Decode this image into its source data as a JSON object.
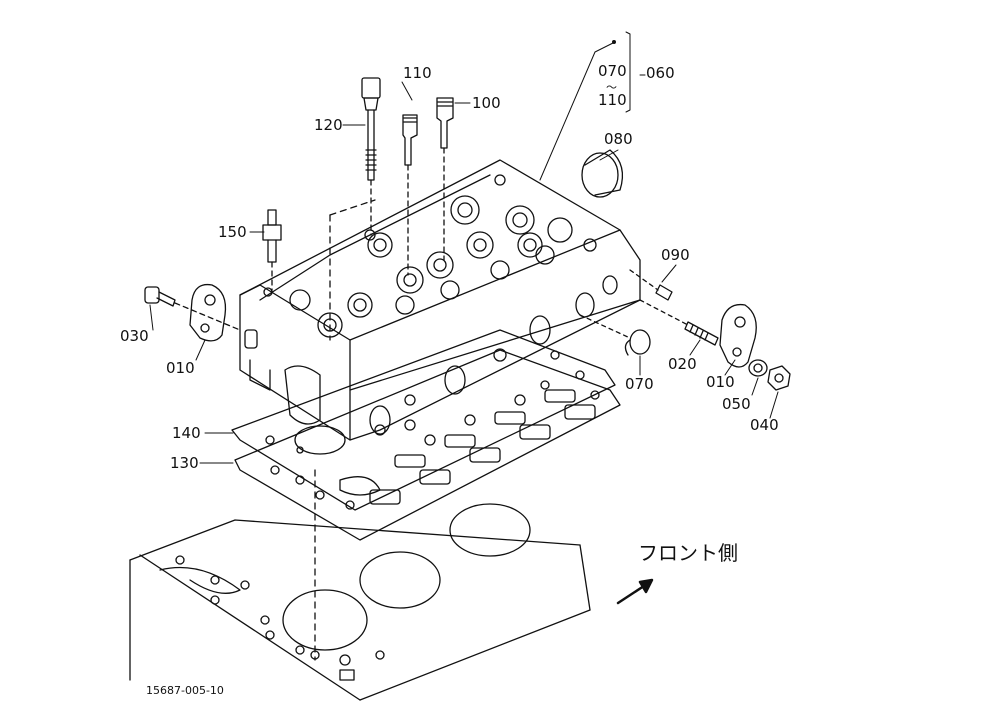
{
  "labels": {
    "p070_top": "070",
    "p060": "060",
    "p110_top": "110",
    "p080": "080",
    "p110": "110",
    "p100": "100",
    "p120": "120",
    "p150": "150",
    "p090": "090",
    "p030": "030",
    "p010_left": "010",
    "p020": "020",
    "p070": "070",
    "p010_right": "010",
    "p050": "050",
    "p040": "040",
    "p140": "140",
    "p130": "130"
  },
  "front_label": "フロント側",
  "drawing_number": "15687-005-10",
  "tilde": "〜"
}
